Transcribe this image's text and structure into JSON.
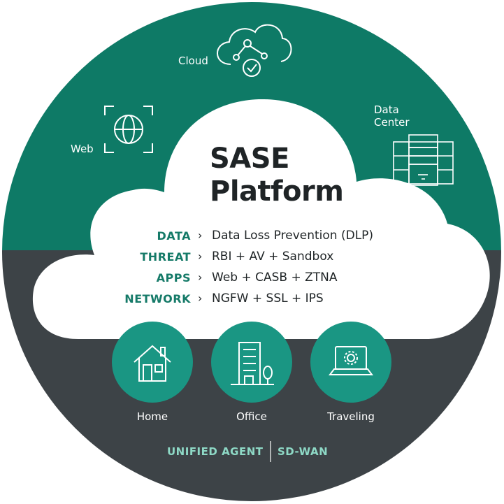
{
  "title_lines": [
    "SASE",
    "Platform"
  ],
  "top_nodes": {
    "cloud": "Cloud",
    "web": "Web",
    "datacenter": [
      "Data",
      "Center"
    ]
  },
  "capabilities": [
    {
      "category": "DATA",
      "value": "Data Loss Prevention (DLP)"
    },
    {
      "category": "THREAT",
      "value": "RBI + AV + Sandbox"
    },
    {
      "category": "APPS",
      "value": "Web + CASB + ZTNA"
    },
    {
      "category": "NETWORK",
      "value": "NGFW + SSL + IPS"
    }
  ],
  "arrow_glyph": "›",
  "locations": [
    {
      "label": "Home",
      "icon": "house-icon"
    },
    {
      "label": "Office",
      "icon": "office-building-icon"
    },
    {
      "label": "Traveling",
      "icon": "laptop-gear-icon"
    }
  ],
  "connectivity": {
    "left": "UNIFIED AGENT",
    "right": "SD-WAN"
  },
  "colors": {
    "green": "#0e7a66",
    "dark": "#3d4347",
    "teal_circle": "#1a9683",
    "accent_text": "#157a68",
    "light_teal_text": "#8ed9c6",
    "white": "#ffffff"
  }
}
